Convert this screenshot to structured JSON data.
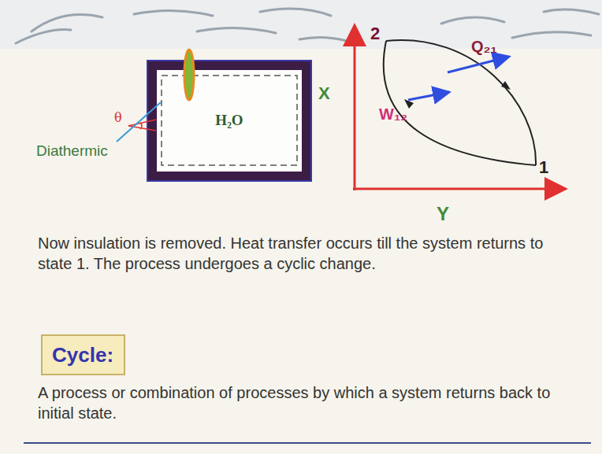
{
  "diagram": {
    "nodes": [
      {
        "text": [
          "H₂O"
        ]
      },
      {
        "text": [
          "Cycle:"
        ]
      }
    ],
    "labels": [
      "X",
      "θ",
      "Diathermic",
      "2",
      "1",
      "Q₂₁",
      "W₁₂",
      "Y",
      "Now insulation is removed. Heat transfer occurs till the system returns to state 1. The process undergoes a cyclic change.",
      "A process or combination of processes by which a system returns back to initial state."
    ]
  }
}
